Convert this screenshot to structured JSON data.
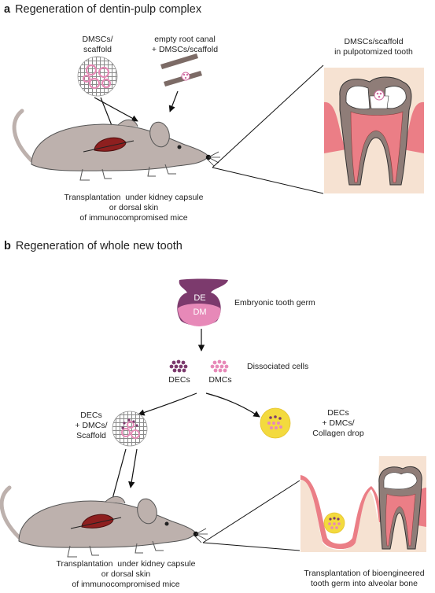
{
  "panel_a": {
    "letter": "a",
    "title": "Regeneration of dentin-pulp complex",
    "label_scaffold": "DMSCs/\nscaffold",
    "label_root_canal": "empty root canal\n+ DMSCs/scaffold",
    "label_pulpotomized": "DMSCs/scaffold\nin pulpotomized tooth",
    "label_transplant": "Transplantation  under kidney capsule\nor dorsal skin\nof immunocompromised mice"
  },
  "panel_b": {
    "letter": "b",
    "title": "Regeneration of whole new tooth",
    "germ_de": "DE",
    "germ_dm": "DM",
    "label_germ": "Embryonic tooth germ",
    "label_decs": "DECs",
    "label_dmcs": "DMCs",
    "label_dissociated": "Dissociated cells",
    "label_scaffold_combo": "DECs\n+ DMCs/\nScaffold",
    "label_collagen_combo": "DECs\n+ DMCs/\nCollagen drop",
    "label_transplant": "Transplantation  under kidney capsule\nor dorsal skin\nof immunocompromised mice",
    "label_alveolar": "Transplantation of bioengineered\ntooth germ into alveolar bone"
  },
  "colors": {
    "mouse_body": "#bdb1ad",
    "kidney": "#8e1f1f",
    "gum": "#eb7e86",
    "bone": "#f6e2d2",
    "dentin": "#8f7d78",
    "enamel": "#ffffff",
    "epithelium": "#7c3a6d",
    "mesenchyme": "#e789b8",
    "collagen": "#f3da3e"
  }
}
